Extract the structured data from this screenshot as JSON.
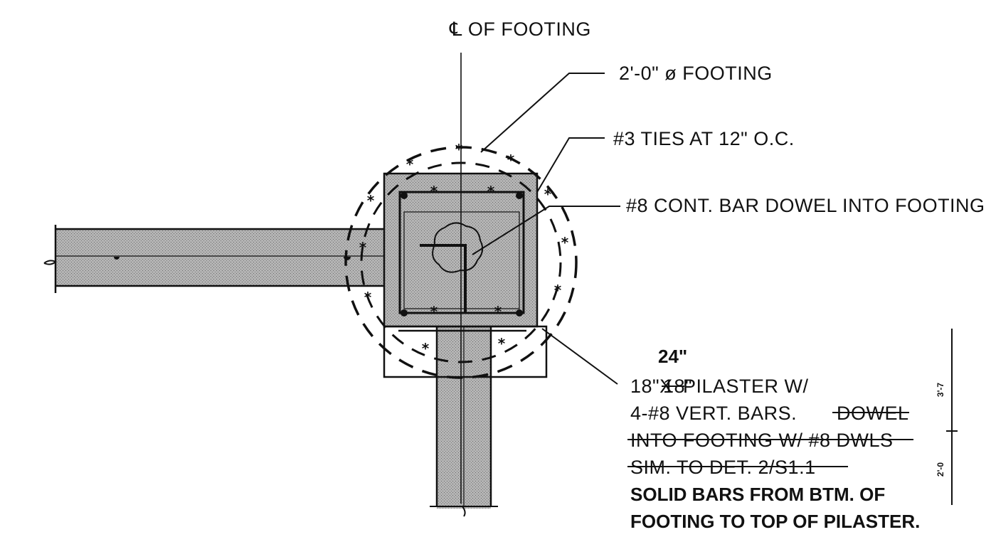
{
  "drawing": {
    "centerline_label": "℄ OF FOOTING",
    "footing_label": "2'-0\" ø FOOTING",
    "ties_label": "#3 TIES AT 12\" O.C.",
    "dowel_label": "#8 CONT. BAR DOWEL INTO FOOTING",
    "pilaster_note": {
      "revision_dim": "24\"",
      "line1_prefix": "18\"X",
      "line1_struck": "18\"",
      "line1_suffix": " PILASTER W/",
      "line2_text": "4-#8 VERT. BARS.",
      "line2_struck": "DOWEL",
      "line3_struck": "INTO FOOTING W/ #8 DWLS",
      "line4_struck": "SIM. TO DET. 2/S1.1",
      "line5_bold": "SOLID BARS FROM BTM. OF",
      "line6_bold": "FOOTING TO TOP OF PILASTER."
    },
    "dimension_upper": "3'-7",
    "dimension_lower": "2'-0"
  },
  "colors": {
    "ink": "#111111",
    "hatch": "#a9a9a9",
    "background": "#ffffff"
  }
}
